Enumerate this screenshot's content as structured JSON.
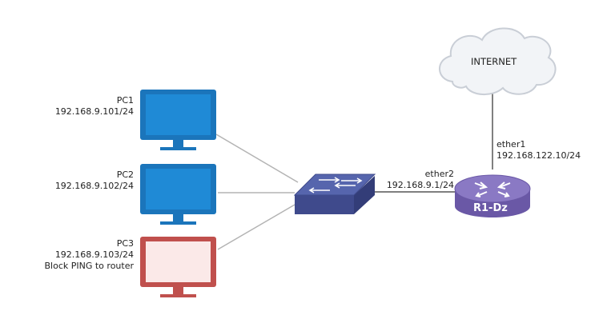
{
  "devices": {
    "pc1": {
      "name": "PC1",
      "ip": "192.168.9.101/24"
    },
    "pc2": {
      "name": "PC2",
      "ip": "192.168.9.102/24"
    },
    "pc3": {
      "name": "PC3",
      "ip": "192.168.9.103/24",
      "note": "Block PING to router"
    },
    "router": {
      "name": "R1-Dz"
    },
    "cloud": {
      "label": "INTERNET"
    }
  },
  "interfaces": {
    "ether1": {
      "name": "ether1",
      "ip": "192.168.122.10/24"
    },
    "ether2": {
      "name": "ether2",
      "ip": "192.168.9.1/24"
    }
  },
  "colors": {
    "pc_normal": "#1b75bb",
    "pc_blocked": "#c0504d",
    "switch": "#4d5aa0",
    "router": "#7a67b4",
    "link": "#b3b3b3"
  }
}
